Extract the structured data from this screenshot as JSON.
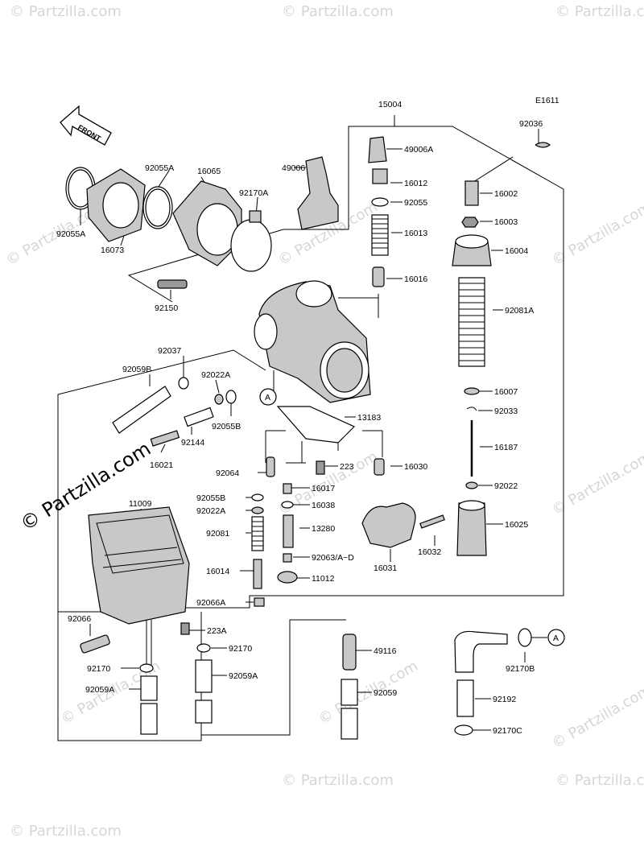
{
  "diagram_code": "E1611",
  "front_label": "FRONT",
  "watermark": "© Partzilla.com",
  "callout_ref": "A",
  "parts": {
    "p15004": "15004",
    "p92036": "92036",
    "p49006": "49006",
    "p49006A": "49006A",
    "p92055A_1": "92055A",
    "p92055A_2": "92055A",
    "p16065": "16065",
    "p92170A": "92170A",
    "p16012": "16012",
    "p92055": "92055",
    "p16002": "16002",
    "p16003": "16003",
    "p16073": "16073",
    "p16013": "16013",
    "p16004": "16004",
    "p92150": "92150",
    "p16016": "16016",
    "p92081A": "92081A",
    "p92037": "92037",
    "p92059B": "92059B",
    "p92022A_1": "92022A",
    "p92055B_1": "92055B",
    "p16007": "16007",
    "p92033": "92033",
    "p13183": "13183",
    "p92144": "92144",
    "p16187": "16187",
    "p16021": "16021",
    "p92064": "92064",
    "p223": "223",
    "p16030": "16030",
    "p92022": "92022",
    "p11009": "11009",
    "p16017": "16017",
    "p92055B_2": "92055B",
    "p16038": "16038",
    "p92022A_2": "92022A",
    "p16025": "16025",
    "p13280": "13280",
    "p92081": "92081",
    "p16032": "16032",
    "p92063": "92063/A~D",
    "p16031": "16031",
    "p16014": "16014",
    "p11012": "11012",
    "p92066A": "92066A",
    "p92066": "92066",
    "p223A": "223A",
    "p49116": "49116",
    "p92170": "92170",
    "p92170B": "92170B",
    "p92170_2": "92170",
    "p92059A_1": "92059A",
    "p92059A_2": "92059A",
    "p92059": "92059",
    "p92192": "92192",
    "p92170C": "92170C"
  }
}
